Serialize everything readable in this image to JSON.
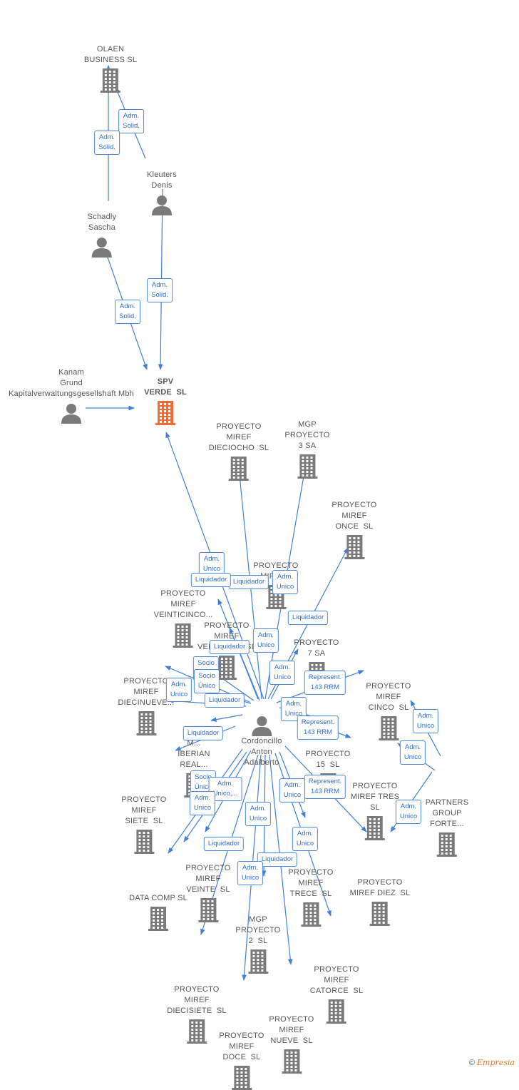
{
  "nodes": [
    {
      "id": "olaen",
      "type": "company",
      "label": "OLAEN\nBUSINESS SL"
    },
    {
      "id": "kleuters",
      "type": "person",
      "label": "Kleuters\nDenis"
    },
    {
      "id": "schadly",
      "type": "person",
      "label": "Schadly\nSascha"
    },
    {
      "id": "kanam",
      "type": "person",
      "label": "Kanam\nGrund\nKapitalverwaltungsgesellshaft Mbh"
    },
    {
      "id": "spv",
      "type": "company",
      "label": "SPV\nVERDE  SL",
      "focus": true
    },
    {
      "id": "m18",
      "type": "company",
      "label": "PROYECTO\nMIREF\nDIECIOCHO  SL"
    },
    {
      "id": "mgp3",
      "type": "company",
      "label": "MGP\nPROYECTO\n3 SA"
    },
    {
      "id": "m11",
      "type": "company",
      "label": "PROYECTO\nMIREF\nONCE  SL"
    },
    {
      "id": "mreal",
      "type": "company",
      "label": "PROYECTO\nMIREF..."
    },
    {
      "id": "m25",
      "type": "company",
      "label": "PROYECTO\nMIREF\nVEINTICINCO..."
    },
    {
      "id": "m21",
      "type": "company",
      "label": "PROYECTO\nMIREF\nVEINTIUNO  SL"
    },
    {
      "id": "p7",
      "type": "company",
      "label": "PROYECTO\n7 SA"
    },
    {
      "id": "m19",
      "type": "company",
      "label": "PROYECTO\nMIREF\nDIECINUEVE..."
    },
    {
      "id": "m5",
      "type": "company",
      "label": "PROYECTO\nMIREF\nCINCO  SL"
    },
    {
      "id": "iberian",
      "type": "company",
      "label": "M...\nIBERIAN\nREAL..."
    },
    {
      "id": "cordoncillo",
      "type": "person",
      "label": "Cordoncillo\nAnton\nAdalberto"
    },
    {
      "id": "p15",
      "type": "company",
      "label": "PROYECTO\n15  SL"
    },
    {
      "id": "m3",
      "type": "company",
      "label": "PROYECTO\nMIREF TRES\nSL"
    },
    {
      "id": "partners",
      "type": "company",
      "label": "PARTNERS\nGROUP\nFORTE..."
    },
    {
      "id": "m7",
      "type": "company",
      "label": "PROYECTO\nMIREF\nSIETE  SL"
    },
    {
      "id": "datacomp",
      "type": "company",
      "label": "DATA COMP SL"
    },
    {
      "id": "m20",
      "type": "company",
      "label": "PROYECTO\nMIREF\nVEINTE  SL"
    },
    {
      "id": "mgp2",
      "type": "company",
      "label": "MGP\nPROYECTO\n2  SL"
    },
    {
      "id": "m13",
      "type": "company",
      "label": "PROYECTO\nMIREF\nTRECE  SL"
    },
    {
      "id": "m10",
      "type": "company",
      "label": "PROYECTO\nMIREF DIEZ  SL"
    },
    {
      "id": "m14",
      "type": "company",
      "label": "PROYECTO\nMIREF\nCATORCE  SL"
    },
    {
      "id": "m17",
      "type": "company",
      "label": "PROYECTO\nMIREF\nDIECISIETE  SL"
    },
    {
      "id": "m9",
      "type": "company",
      "label": "PROYECTO\nMIREF\nNUEVE  SL"
    },
    {
      "id": "m12",
      "type": "company",
      "label": "PROYECTO\nMIREF\nDOCE  SL"
    }
  ],
  "relations": [
    {
      "from": "kleuters",
      "to": "olaen",
      "label": "Adm.\nSolid."
    },
    {
      "from": "schadly",
      "to": "olaen",
      "label": "Adm.\nSolid."
    },
    {
      "from": "kleuters",
      "to": "spv",
      "label": "Adm.\nSolid."
    },
    {
      "from": "schadly",
      "to": "spv",
      "label": "Adm.\nSolid."
    },
    {
      "from": "kanam",
      "to": "spv",
      "label": ""
    },
    {
      "from": "cordoncillo",
      "to": "spv",
      "label": "Adm.\nUnico"
    },
    {
      "from": "cordoncillo",
      "to": "m18",
      "label": "Liquidador"
    },
    {
      "from": "cordoncillo",
      "to": "mgp3",
      "label": "Adm.\nUnico"
    },
    {
      "from": "cordoncillo",
      "to": "m11",
      "label": "Liquidador"
    },
    {
      "from": "cordoncillo",
      "to": "m25",
      "label": "Liquidador"
    },
    {
      "from": "cordoncillo",
      "to": "m21",
      "label": "Adm.\nUnico"
    },
    {
      "from": "cordoncillo",
      "to": "mreal",
      "label": "Liquidador"
    },
    {
      "from": "cordoncillo",
      "to": "p7",
      "label": "Adm.\nUnico"
    },
    {
      "from": "cordoncillo",
      "to": "m19",
      "label": "Socio\nÚnico"
    },
    {
      "from": "cordoncillo",
      "to": "iberian",
      "label": "Adm.\nUnico"
    },
    {
      "from": "cordoncillo",
      "to": "m19",
      "label": "Socio\nÚnico"
    },
    {
      "from": "cordoncillo",
      "to": "m5",
      "label": "Represent.\n143 RRM"
    },
    {
      "from": "cordoncillo",
      "to": "iberian",
      "label": "Liquidador"
    },
    {
      "from": "cordoncillo",
      "to": "p15",
      "label": "Adm.\nUnico"
    },
    {
      "from": "cordoncillo",
      "to": "p15",
      "label": "Represent.\n143 RRM"
    },
    {
      "from": "cordoncillo",
      "to": "m7",
      "label": "Liquidador"
    },
    {
      "from": "partners",
      "to": "m5",
      "label": "Adm.\nUnico"
    },
    {
      "from": "partners",
      "to": "m3",
      "label": "Adm.\nUnico"
    },
    {
      "from": "partners",
      "to": "m10",
      "label": "Adm.\nUnico"
    },
    {
      "from": "cordoncillo",
      "to": "m10",
      "label": "Represent.\n143 RRM"
    },
    {
      "from": "cordoncillo",
      "to": "datacomp",
      "label": "Socio\nÚnico"
    },
    {
      "from": "cordoncillo",
      "to": "m20",
      "label": "Adm.\nUnico,..."
    },
    {
      "from": "cordoncillo",
      "to": "datacomp",
      "label": "Adm.\nUnico"
    },
    {
      "from": "cordoncillo",
      "to": "m13",
      "label": "Adm.\nUnico"
    },
    {
      "from": "cordoncillo",
      "to": "mgp2",
      "label": "Adm.\nUnico"
    },
    {
      "from": "cordoncillo",
      "to": "m17",
      "label": "Liquidador"
    },
    {
      "from": "cordoncillo",
      "to": "m14",
      "label": "Adm.\nUnico"
    },
    {
      "from": "cordoncillo",
      "to": "m9",
      "label": "Liquidador"
    },
    {
      "from": "cordoncillo",
      "to": "m12",
      "label": "Adm.\nUnico"
    }
  ],
  "colors": {
    "edge": "#3f7fd4",
    "company": "#7a7a7a",
    "person": "#7a7a7a",
    "focus": "#f26b36"
  },
  "copyright": {
    "symbol": "©",
    "brand": "Empresia"
  }
}
